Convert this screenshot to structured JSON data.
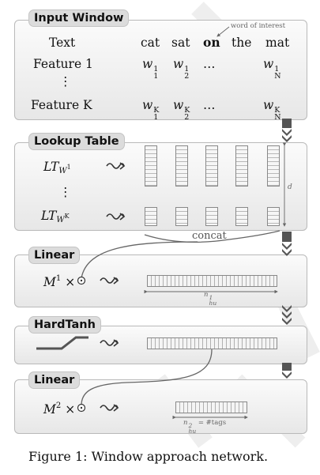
{
  "input_window": {
    "title": "Input Window",
    "annotation": "word of interest",
    "row_text_label": "Text",
    "words": [
      "cat",
      "sat",
      "on",
      "the",
      "mat"
    ],
    "row1_label": "Feature 1",
    "row1_cells": [
      "w",
      "w",
      "…",
      "w"
    ],
    "row1_sups": [
      "1",
      "1",
      "1"
    ],
    "row1_subs": [
      "1",
      "2",
      "N"
    ],
    "vdots": "⋮",
    "rowK_label": "Feature K",
    "rowK_cells": [
      "w",
      "w",
      "…",
      "w"
    ],
    "rowK_sups": [
      "K",
      "K",
      "K"
    ],
    "rowK_subs": [
      "1",
      "2",
      "N"
    ]
  },
  "lookup_table": {
    "title": "Lookup Table",
    "lt1_base": "LT",
    "lt1_sub": "W",
    "lt1_subsup": "1",
    "vdots": "⋮",
    "ltK_base": "LT",
    "ltK_sub": "W",
    "ltK_subsup": "K",
    "d_label": "d"
  },
  "concat_label": "concat",
  "linear1": {
    "title": "Linear",
    "m_base": "M",
    "m_sup": "1",
    "times": "×",
    "dim_base": "n",
    "dim_sup": "1",
    "dim_sub": "hu"
  },
  "hardtanh": {
    "title": "HardTanh"
  },
  "linear2": {
    "title": "Linear",
    "m_base": "M",
    "m_sup": "2",
    "times": "×",
    "dim_base": "n",
    "dim_sup": "2",
    "dim_sub": "hu",
    "dim_suffix": "= #tags"
  },
  "caption": "Figure 1:  Window approach network."
}
